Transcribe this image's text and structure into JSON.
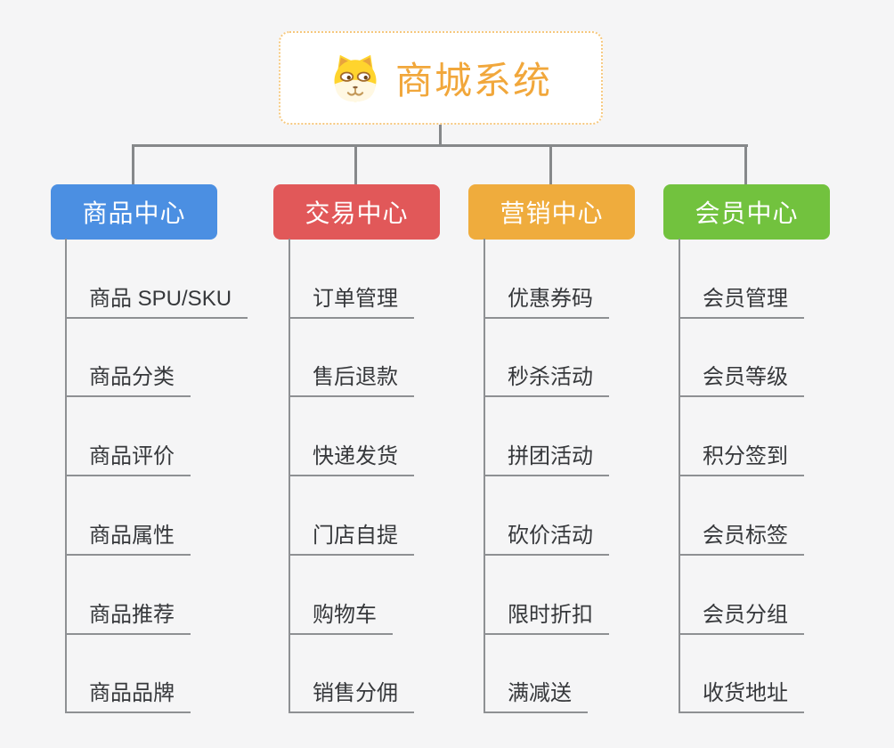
{
  "root": {
    "title": "商城系统",
    "icon": "dog-face-icon"
  },
  "branches": [
    {
      "label": "商品中心",
      "color": "#4B8FE2",
      "items": [
        "商品 SPU/SKU",
        "商品分类",
        "商品评价",
        "商品属性",
        "商品推荐",
        "商品品牌"
      ]
    },
    {
      "label": "交易中心",
      "color": "#E15859",
      "items": [
        "订单管理",
        "售后退款",
        "快递发货",
        "门店自提",
        "购物车",
        "销售分佣"
      ]
    },
    {
      "label": "营销中心",
      "color": "#EFAC3D",
      "items": [
        "优惠券码",
        "秒杀活动",
        "拼团活动",
        "砍价活动",
        "限时折扣",
        "满减送"
      ]
    },
    {
      "label": "会员中心",
      "color": "#72C23E",
      "items": [
        "会员管理",
        "会员等级",
        "积分签到",
        "会员标签",
        "会员分组",
        "收货地址"
      ]
    }
  ],
  "colors": {
    "background": "#F5F5F6",
    "connector": "#86888A",
    "underline": "#8E9093",
    "title_text": "#F1A73B",
    "root_border": "#F6C87E",
    "leaf_text": "#36383B"
  }
}
